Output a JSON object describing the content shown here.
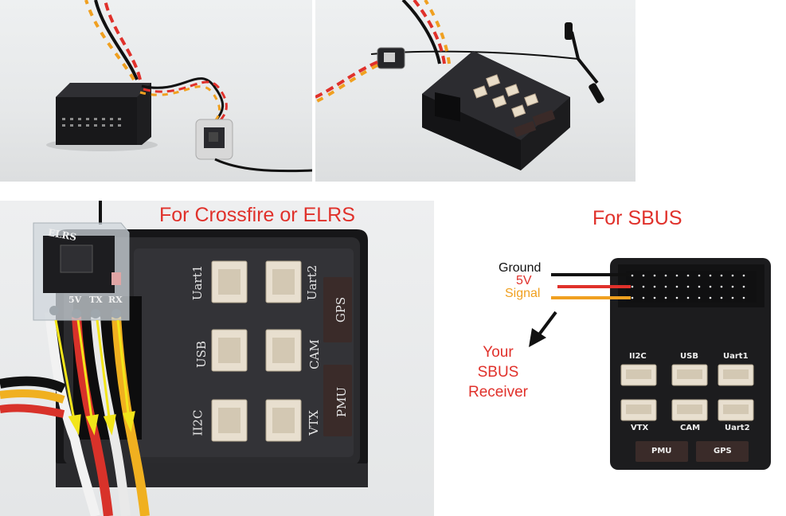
{
  "titles": {
    "crossfire": "For Crossfire or ELRS",
    "sbus": "For SBUS"
  },
  "elrs_module": {
    "brand": "ELRS",
    "pins": [
      "5V",
      "TX",
      "RX"
    ]
  },
  "crossfire_board": {
    "ports": [
      "Uart1",
      "Uart2",
      "USB",
      "CAM",
      "II2C",
      "VTX"
    ],
    "side_ports": [
      "GPS",
      "PMU"
    ]
  },
  "sbus_wires": {
    "ground": "Ground",
    "power": "5V",
    "signal": "Signal"
  },
  "receiver_note": [
    "Your",
    "SBUS",
    "Receiver"
  ],
  "sbus_board": {
    "ports_top": [
      "II2C",
      "USB",
      "Uart1"
    ],
    "ports_bottom": [
      "VTX",
      "CAM",
      "Uart2"
    ],
    "bottom_pads": [
      "PMU",
      "GPS"
    ]
  },
  "colors": {
    "title_red": "#e0312b",
    "wire_black": "#111111",
    "wire_red": "#e0312b",
    "wire_orange": "#f0a020",
    "arrow_yellow": "#f2e51a",
    "board_black": "#1c1c1e"
  }
}
